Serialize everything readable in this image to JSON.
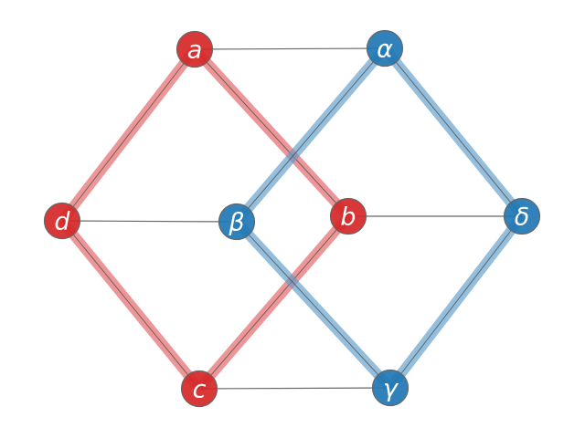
{
  "graph": {
    "nodes": [
      {
        "id": "a",
        "label": "a",
        "group": "red"
      },
      {
        "id": "b",
        "label": "b",
        "group": "red"
      },
      {
        "id": "c",
        "label": "c",
        "group": "red"
      },
      {
        "id": "d",
        "label": "d",
        "group": "red"
      },
      {
        "id": "alpha",
        "label": "α",
        "group": "blue"
      },
      {
        "id": "beta",
        "label": "β",
        "group": "blue"
      },
      {
        "id": "gamma",
        "label": "γ",
        "group": "blue"
      },
      {
        "id": "delta",
        "label": "δ",
        "group": "blue"
      }
    ],
    "edges": [
      {
        "from": "a",
        "to": "b",
        "group": "red"
      },
      {
        "from": "b",
        "to": "c",
        "group": "red"
      },
      {
        "from": "c",
        "to": "d",
        "group": "red"
      },
      {
        "from": "d",
        "to": "a",
        "group": "red"
      },
      {
        "from": "alpha",
        "to": "beta",
        "group": "blue"
      },
      {
        "from": "beta",
        "to": "gamma",
        "group": "blue"
      },
      {
        "from": "gamma",
        "to": "delta",
        "group": "blue"
      },
      {
        "from": "delta",
        "to": "alpha",
        "group": "blue"
      },
      {
        "from": "a",
        "to": "alpha",
        "group": "matching"
      },
      {
        "from": "b",
        "to": "delta",
        "group": "matching"
      },
      {
        "from": "c",
        "to": "gamma",
        "group": "matching"
      },
      {
        "from": "d",
        "to": "beta",
        "group": "matching"
      }
    ],
    "colors": {
      "red_node": "#d62728",
      "blue_node": "#1f77b4",
      "red_edge": "#e35d61",
      "blue_edge": "#5b9bc8",
      "matching_edge": "#555555",
      "node_border": "#666666",
      "label": "#ffffff"
    }
  }
}
